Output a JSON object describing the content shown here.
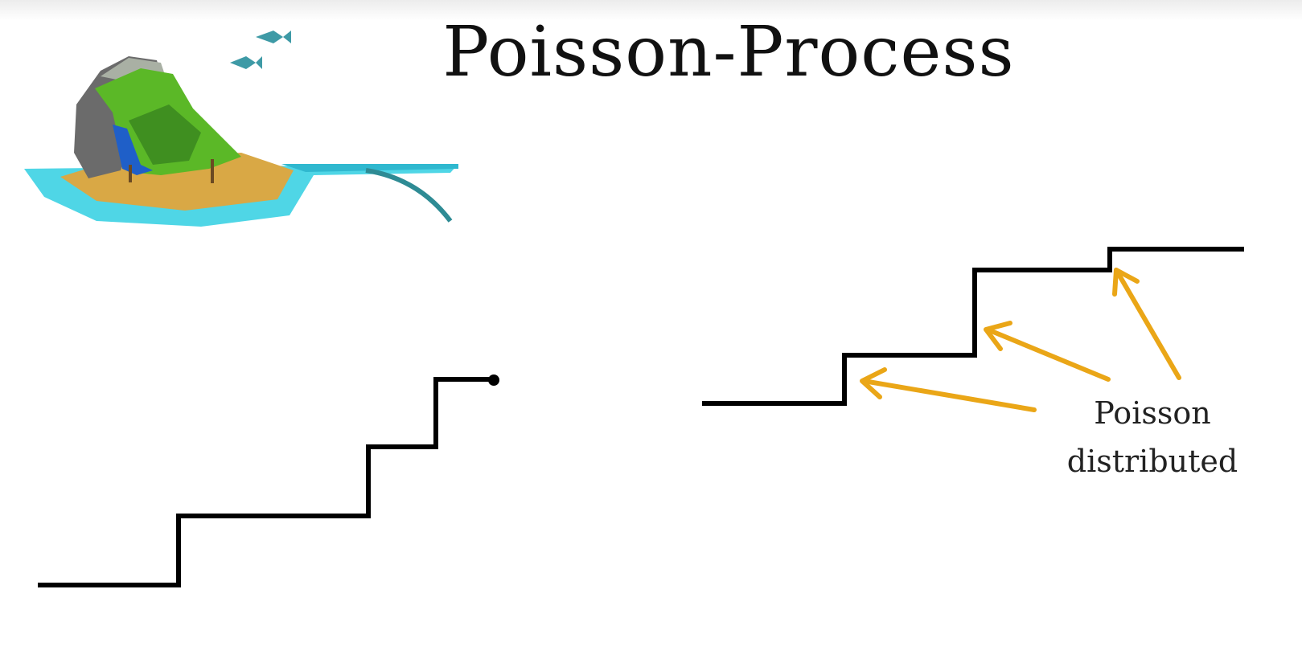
{
  "slide": {
    "title": "Poisson-Process",
    "annotation": {
      "line1": "Poisson",
      "line2": "distributed"
    }
  },
  "colors": {
    "background": "#ffffff",
    "step_line": "#000000",
    "arrow": "#eaa617",
    "water": "#4fd6e6",
    "sand": "#d9a845",
    "foliage": "#5bb827",
    "rock": "#6b6b6b",
    "waterfall": "#1f5fc8",
    "fish": "#3e9aa6"
  },
  "icons": [
    "island-illustration",
    "fish-icon"
  ]
}
